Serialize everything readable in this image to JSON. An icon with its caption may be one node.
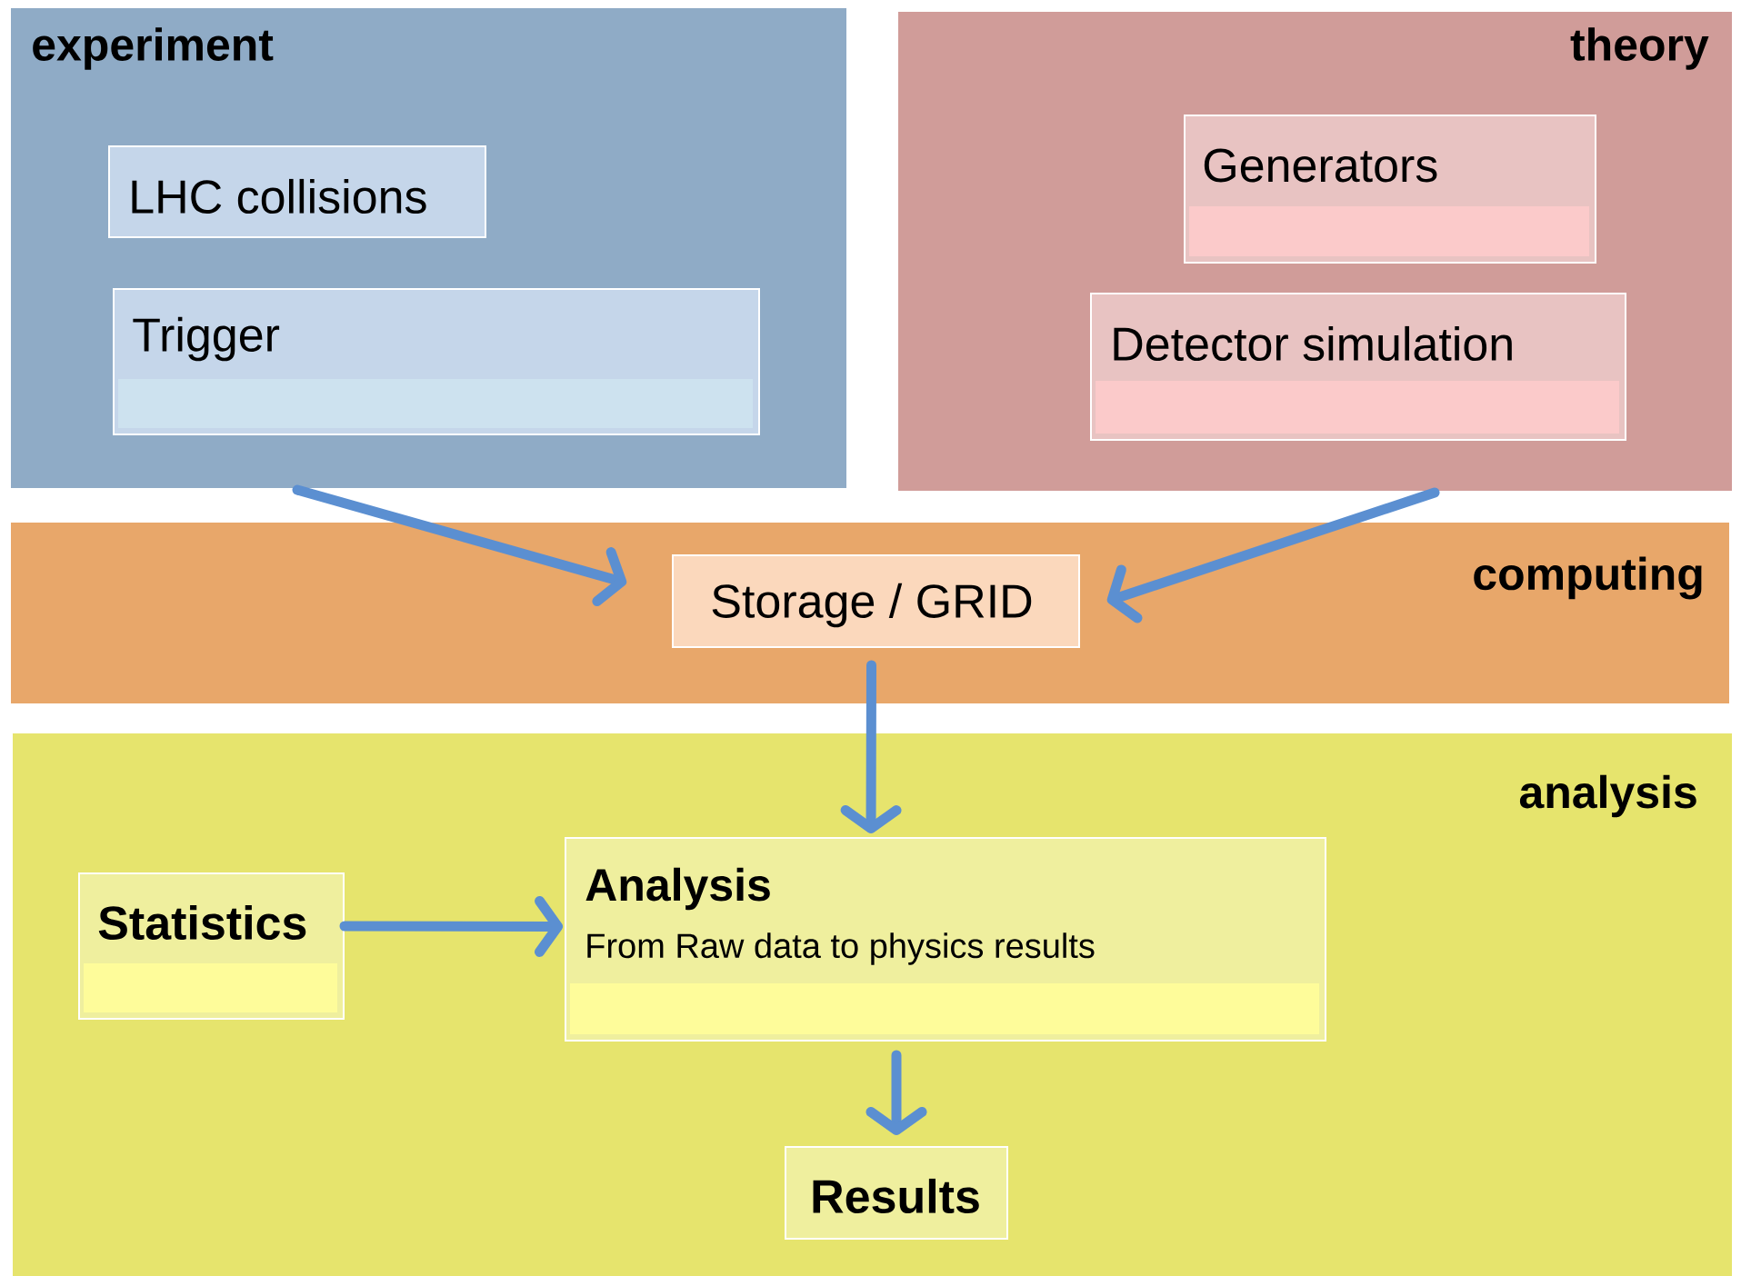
{
  "diagram": {
    "nodes": [
      {
        "text": [
          "experiment"
        ]
      },
      {
        "text": [
          "LHC collisions"
        ],
        "in": 0
      },
      {
        "text": [
          "Trigger"
        ],
        "in": 0
      },
      {
        "text": [
          "theory"
        ]
      },
      {
        "text": [
          "Generators"
        ],
        "in": 3
      },
      {
        "text": [
          "Detector simulation"
        ],
        "in": 3
      },
      {
        "text": [
          "computing"
        ]
      },
      {
        "text": [
          "Storage / GRID"
        ],
        "in": 6
      },
      {
        "text": [
          "analysis"
        ]
      },
      {
        "text": [
          "Statistics"
        ],
        "in": 8
      },
      {
        "text": [
          "Analysis",
          "From Raw data to physics results"
        ],
        "in": 8
      },
      {
        "text": [
          "Results"
        ],
        "in": 8
      }
    ],
    "edges": [
      {
        "from": 0,
        "to": 7,
        "arrow": "to"
      },
      {
        "from": 3,
        "to": 7,
        "arrow": "to"
      },
      {
        "from": 7,
        "to": 10,
        "arrow": "to"
      },
      {
        "from": 9,
        "to": 10,
        "arrow": "to"
      },
      {
        "from": 10,
        "to": 11,
        "arrow": "to"
      }
    ]
  }
}
